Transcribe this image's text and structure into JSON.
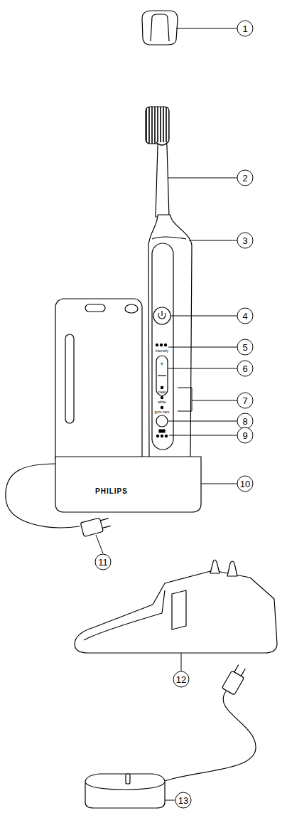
{
  "diagram": {
    "labels": [
      "1",
      "2",
      "3",
      "4",
      "5",
      "6",
      "7",
      "8",
      "9",
      "10",
      "11",
      "12",
      "13",
      "intensity",
      "clean",
      "white",
      "gum care",
      "+",
      "−",
      "PHILIPS"
    ]
  }
}
